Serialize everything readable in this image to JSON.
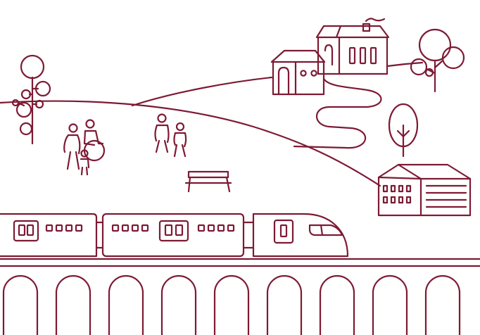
{
  "colors": {
    "line": "#7d1a34",
    "background": "#ffffff"
  },
  "scene": {
    "elements": [
      "hills",
      "winding-path",
      "farmhouse",
      "chapel",
      "trees",
      "family-with-wheelchair",
      "walking-couple",
      "park-bench",
      "school-building",
      "high-speed-train",
      "viaduct"
    ]
  }
}
